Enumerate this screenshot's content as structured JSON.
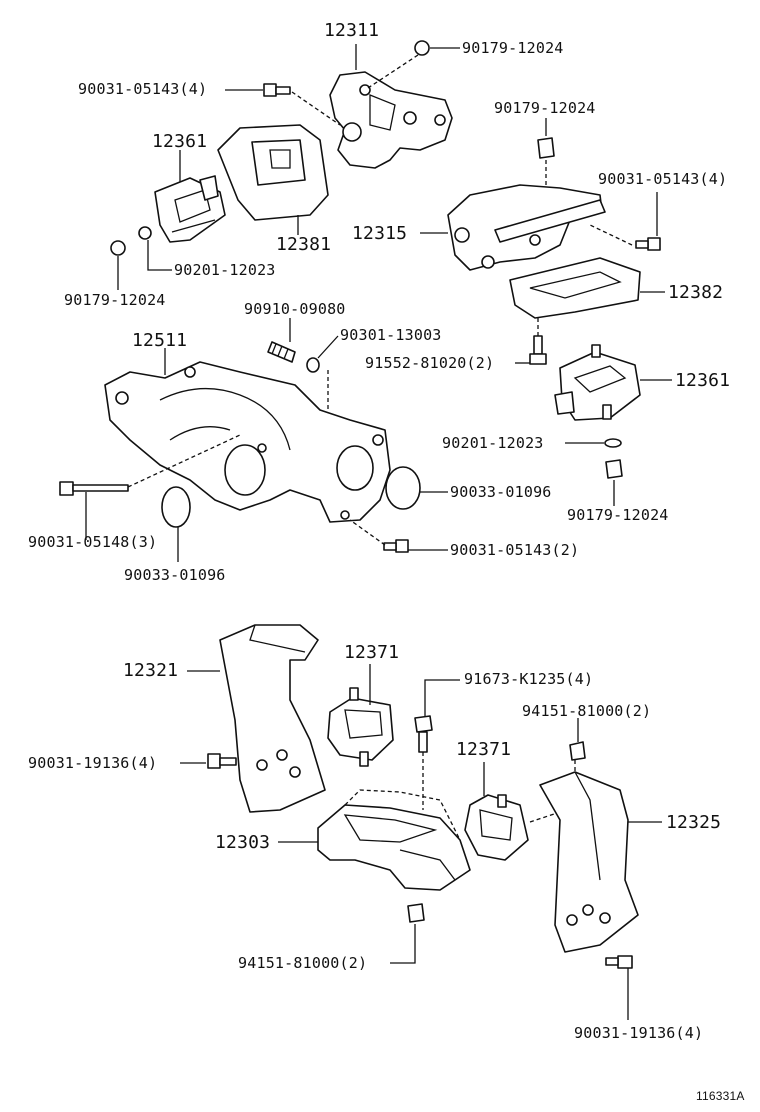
{
  "labels": {
    "p12311": "12311",
    "p90179_top": "90179-12024",
    "p90031_05143_4a": "90031-05143(4)",
    "p12361_a": "12361",
    "p12381": "12381",
    "p90201_a": "90201-12023",
    "p90179_left": "90179-12024",
    "p90179_mid": "90179-12024",
    "p90031_05143_4b": "90031-05143(4)",
    "p12315": "12315",
    "p12382": "12382",
    "p91552": "91552-81020(2)",
    "p12361_b": "12361",
    "p90201_b": "90201-12023",
    "p90179_right": "90179-12024",
    "p90910": "90910-09080",
    "p90301": "90301-13003",
    "p12511": "12511",
    "p90033_right": "90033-01096",
    "p90031_05148": "90031-05148(3)",
    "p90033_left": "90033-01096",
    "p90031_05143_2": "90031-05143(2)",
    "p12321": "12321",
    "p12371_a": "12371",
    "p91673": "91673-K1235(4)",
    "p94151_top": "94151-81000(2)",
    "p90031_19136_left": "90031-19136(4)",
    "p12371_b": "12371",
    "p12325": "12325",
    "p12303": "12303",
    "p94151_bottom": "94151-81000(2)",
    "p90031_19136_bottom": "90031-19136(4)",
    "figure_id": "116331A"
  }
}
